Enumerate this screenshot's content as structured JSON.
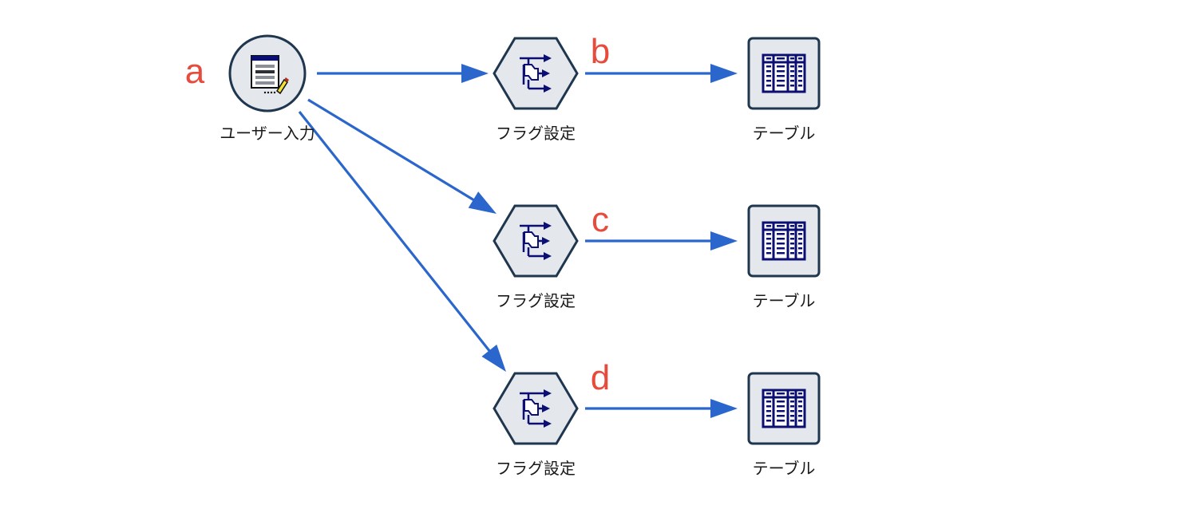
{
  "colors": {
    "connector": "#2a66cc",
    "marker_letter": "#e64b3c",
    "node_fill": "#e4e7eb",
    "node_border": "#1f364f",
    "icon_navy": "#0b0f73"
  },
  "nodes": [
    {
      "id": "user_input",
      "type": "source",
      "icon": "user-input-icon",
      "label": "ユーザー入力",
      "marker": "a"
    },
    {
      "id": "flag1",
      "type": "process",
      "icon": "flag-set-icon",
      "label": "フラグ設定",
      "marker": "b"
    },
    {
      "id": "flag2",
      "type": "process",
      "icon": "flag-set-icon",
      "label": "フラグ設定",
      "marker": "c"
    },
    {
      "id": "flag3",
      "type": "process",
      "icon": "flag-set-icon",
      "label": "フラグ設定",
      "marker": "d"
    },
    {
      "id": "table1",
      "type": "output",
      "icon": "table-icon",
      "label": "テーブル"
    },
    {
      "id": "table2",
      "type": "output",
      "icon": "table-icon",
      "label": "テーブル"
    },
    {
      "id": "table3",
      "type": "output",
      "icon": "table-icon",
      "label": "テーブル"
    }
  ],
  "edges": [
    {
      "from": "user_input",
      "to": "flag1"
    },
    {
      "from": "user_input",
      "to": "flag2"
    },
    {
      "from": "user_input",
      "to": "flag3"
    },
    {
      "from": "flag1",
      "to": "table1"
    },
    {
      "from": "flag2",
      "to": "table2"
    },
    {
      "from": "flag3",
      "to": "table3"
    }
  ]
}
